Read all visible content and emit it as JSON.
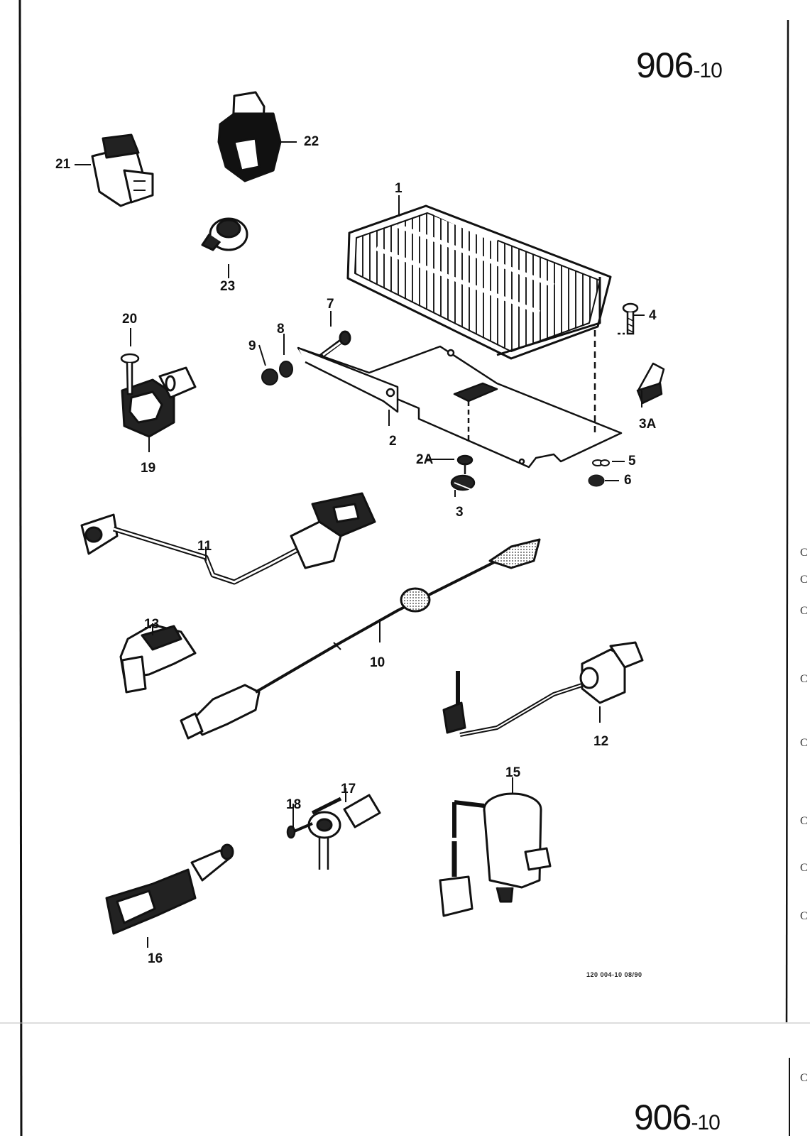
{
  "page": {
    "number_main": "906",
    "number_suffix": "-10",
    "number_bottom_main": "906",
    "number_bottom_suffix": "-10",
    "footer_code": "120  004-10  08/90"
  },
  "callouts": [
    "1",
    "2",
    "2A",
    "3",
    "3A",
    "4",
    "5",
    "6",
    "7",
    "8",
    "9",
    "10",
    "11",
    "12",
    "13",
    "15",
    "16",
    "17",
    "18",
    "19",
    "20",
    "21",
    "22",
    "23"
  ],
  "margin_marks": [
    "C",
    "C",
    "C",
    "C",
    "C",
    "C",
    "C",
    "C",
    "C"
  ]
}
